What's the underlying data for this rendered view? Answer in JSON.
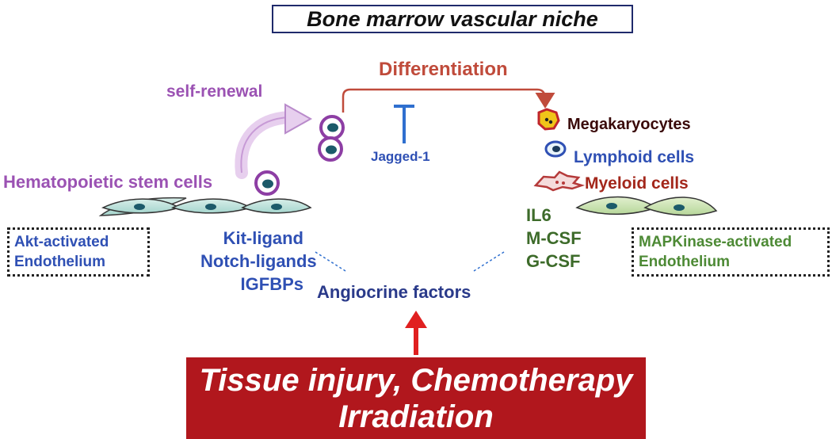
{
  "title": "Bone marrow vascular niche",
  "labels": {
    "self_renewal": "self-renewal",
    "differentiation": "Differentiation",
    "jagged": "Jagged-1",
    "hsc": "Hematopoietic stem cells",
    "angiocrine": "Angiocrine factors"
  },
  "progeny": [
    {
      "label": "Megakaryocytes"
    },
    {
      "label": "Lymphoid cells"
    },
    {
      "label": "Myeloid cells"
    }
  ],
  "left_box": {
    "line1": "Akt-activated",
    "line2": "Endothelium"
  },
  "right_box": {
    "line1": "MAPKinase-activated",
    "line2": "Endothelium"
  },
  "left_factors": [
    "Kit-ligand",
    "Notch-ligands",
    "IGFBPs"
  ],
  "right_factors": [
    "IL6",
    "M-CSF",
    "G-CSF"
  ],
  "banner": {
    "line1": "Tissue injury, Chemotherapy",
    "line2": "Irradiation"
  },
  "colors": {
    "purple": "#9b52b3",
    "blue": "#2f50b4",
    "brick": "#c04b3b",
    "green": "#3d6b2a",
    "banner_red": "#b1171d",
    "endothelium_fill": "#b9e0da"
  }
}
